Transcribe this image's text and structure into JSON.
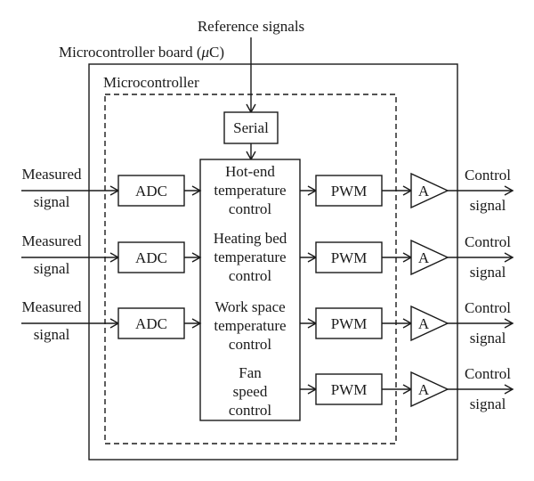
{
  "labels": {
    "reference_signals": "Reference signals",
    "board_prefix": "Microcontroller board (",
    "board_mu": "μ",
    "board_suffix": "C)",
    "microcontroller": "Microcontroller",
    "serial": "Serial"
  },
  "inputs": [
    {
      "line1": "Measured",
      "line2": "signal",
      "adc": "ADC"
    },
    {
      "line1": "Measured",
      "line2": "signal",
      "adc": "ADC"
    },
    {
      "line1": "Measured",
      "line2": "signal",
      "adc": "ADC"
    }
  ],
  "controls": [
    {
      "lines": [
        "Hot-end",
        "temperature",
        "control"
      ]
    },
    {
      "lines": [
        "Heating bed",
        "temperature",
        "control"
      ]
    },
    {
      "lines": [
        "Work space",
        "temperature",
        "control"
      ]
    },
    {
      "lines": [
        "Fan",
        "speed",
        "control"
      ]
    }
  ],
  "outputs": [
    {
      "pwm": "PWM",
      "amp": "A",
      "line1": "Control",
      "line2": "signal"
    },
    {
      "pwm": "PWM",
      "amp": "A",
      "line1": "Control",
      "line2": "signal"
    },
    {
      "pwm": "PWM",
      "amp": "A",
      "line1": "Control",
      "line2": "signal"
    },
    {
      "pwm": "PWM",
      "amp": "A",
      "line1": "Control",
      "line2": "signal"
    }
  ]
}
